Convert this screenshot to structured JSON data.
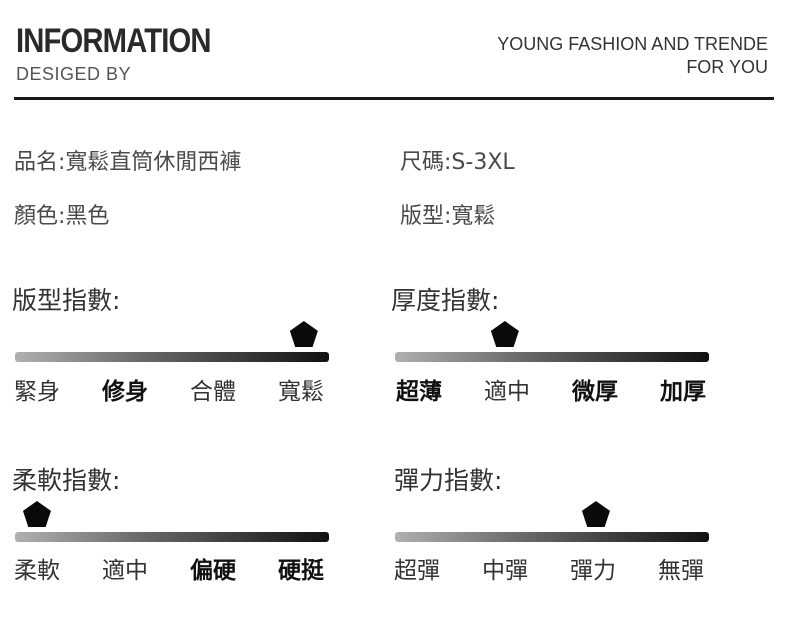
{
  "header": {
    "title": "INFORMATION",
    "subtitle": "DESIGED BY",
    "slogan_line1": "YOUNG FASHION AND TRENDE",
    "slogan_line2": "FOR YOU"
  },
  "specs": {
    "name": "品名:寬鬆直筒休閒西褲",
    "size": "尺碼:S-3XL",
    "color": "顏色:黑色",
    "fit": "版型:寬鬆"
  },
  "indexes": {
    "fit": {
      "title": "版型指數:",
      "options": [
        "緊身",
        "修身",
        "合體",
        "寬鬆"
      ],
      "bold": [
        false,
        true,
        false,
        false
      ],
      "selected_index": 3,
      "marker_level": 0.92
    },
    "thickness": {
      "title": "厚度指數:",
      "options": [
        "超薄",
        "適中",
        "微厚",
        "加厚"
      ],
      "bold": [
        true,
        false,
        true,
        true
      ],
      "selected_index": 1,
      "marker_level": 0.35
    },
    "softness": {
      "title": "柔軟指數:",
      "options": [
        "柔軟",
        "適中",
        "偏硬",
        "硬挺"
      ],
      "bold": [
        false,
        false,
        true,
        true
      ],
      "selected_index": 0,
      "marker_level": 0.07
    },
    "elasticity": {
      "title": "彈力指數:",
      "options": [
        "超彈",
        "中彈",
        "彈力",
        "無彈"
      ],
      "bold": [
        false,
        false,
        false,
        false
      ],
      "selected_index": 2,
      "marker_level": 0.64
    }
  }
}
